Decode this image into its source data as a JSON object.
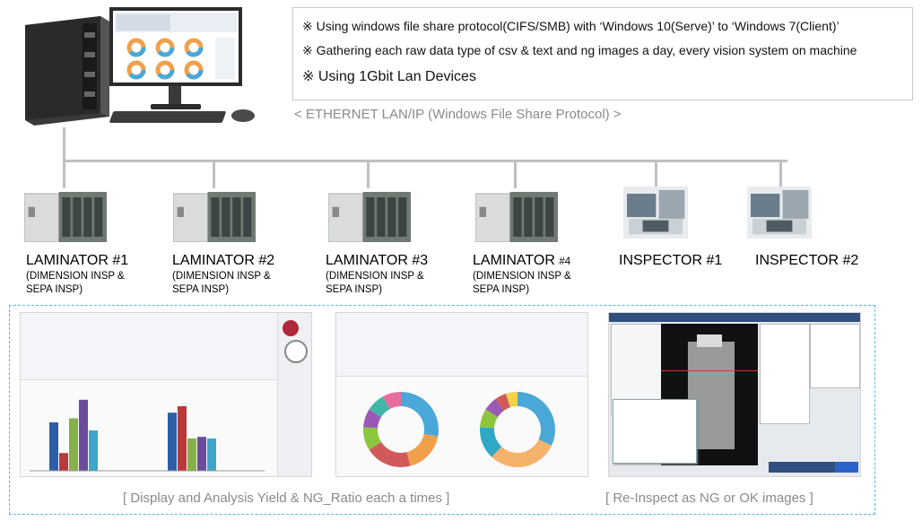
{
  "notes": {
    "line1": "※ Using windows file share protocol(CIFS/SMB) with ‘Windows 10(Serve)’ to ‘Windows 7(Client)’",
    "line2": "※ Gathering each raw data type of csv & text and ng images a day, every vision system on machine",
    "line3": "※ Using 1Gbit Lan Devices"
  },
  "network": {
    "label": "< ETHERNET LAN/IP (Windows File Share Protocol) >"
  },
  "machines": [
    {
      "name": "LAMINATOR #1",
      "sub": "(DIMENSION INSP &\nSEPA INSP)"
    },
    {
      "name": "LAMINATOR #2",
      "sub": "(DIMENSION INSP &\nSEPA INSP)"
    },
    {
      "name": "LAMINATOR #3",
      "sub": "(DIMENSION INSP &\nSEPA INSP)"
    },
    {
      "name": "LAMINATOR",
      "num": "#4",
      "sub": "(DIMENSION INSP &\nSEPA INSP)"
    },
    {
      "name": "INSPECTOR #1",
      "sub": ""
    },
    {
      "name": "INSPECTOR #2",
      "sub": ""
    }
  ],
  "captions": {
    "analysis": "[ Display and Analysis Yield & NG_Ratio each a times ]",
    "reinspect": "[ Re-Inspect as NG or OK images ]"
  },
  "colors": {
    "accent_border": "#59b7c9",
    "line": "#c0c0c0",
    "caption": "#8a8a8a"
  },
  "icons": [
    "server-tower",
    "monitor",
    "keyboard",
    "mouse",
    "control-cabinet",
    "camera-station"
  ],
  "bar_chart_left": {
    "series": [
      {
        "color": "#2e5fa6",
        "value": 60
      },
      {
        "color": "#b83a3a",
        "value": 22
      },
      {
        "color": "#86b04a",
        "value": 65
      },
      {
        "color": "#6b4c9a",
        "value": 88
      },
      {
        "color": "#3fa6c9",
        "value": 50
      }
    ]
  },
  "bar_chart_right": {
    "series": [
      {
        "color": "#2e5fa6",
        "value": 72
      },
      {
        "color": "#b83a3a",
        "value": 80
      },
      {
        "color": "#86b04a",
        "value": 40
      },
      {
        "color": "#6b4c9a",
        "value": 42
      },
      {
        "color": "#3fa6c9",
        "value": 40
      }
    ]
  },
  "donuts": [
    {
      "segments": [
        {
          "color": "#4aa8d8",
          "value": 28
        },
        {
          "color": "#f0a04b",
          "value": 18
        },
        {
          "color": "#d05a5a",
          "value": 20
        },
        {
          "color": "#8cc63f",
          "value": 10
        },
        {
          "color": "#9b59b6",
          "value": 8
        },
        {
          "color": "#3fb6a8",
          "value": 8
        },
        {
          "color": "#e86ca0",
          "value": 8
        }
      ]
    },
    {
      "segments": [
        {
          "color": "#4aa8d8",
          "value": 32
        },
        {
          "color": "#f5b26b",
          "value": 30
        },
        {
          "color": "#2ea8c4",
          "value": 14
        },
        {
          "color": "#8cc63f",
          "value": 8
        },
        {
          "color": "#9b59b6",
          "value": 6
        },
        {
          "color": "#d05a5a",
          "value": 5
        },
        {
          "color": "#f3d34a",
          "value": 5
        }
      ]
    }
  ]
}
